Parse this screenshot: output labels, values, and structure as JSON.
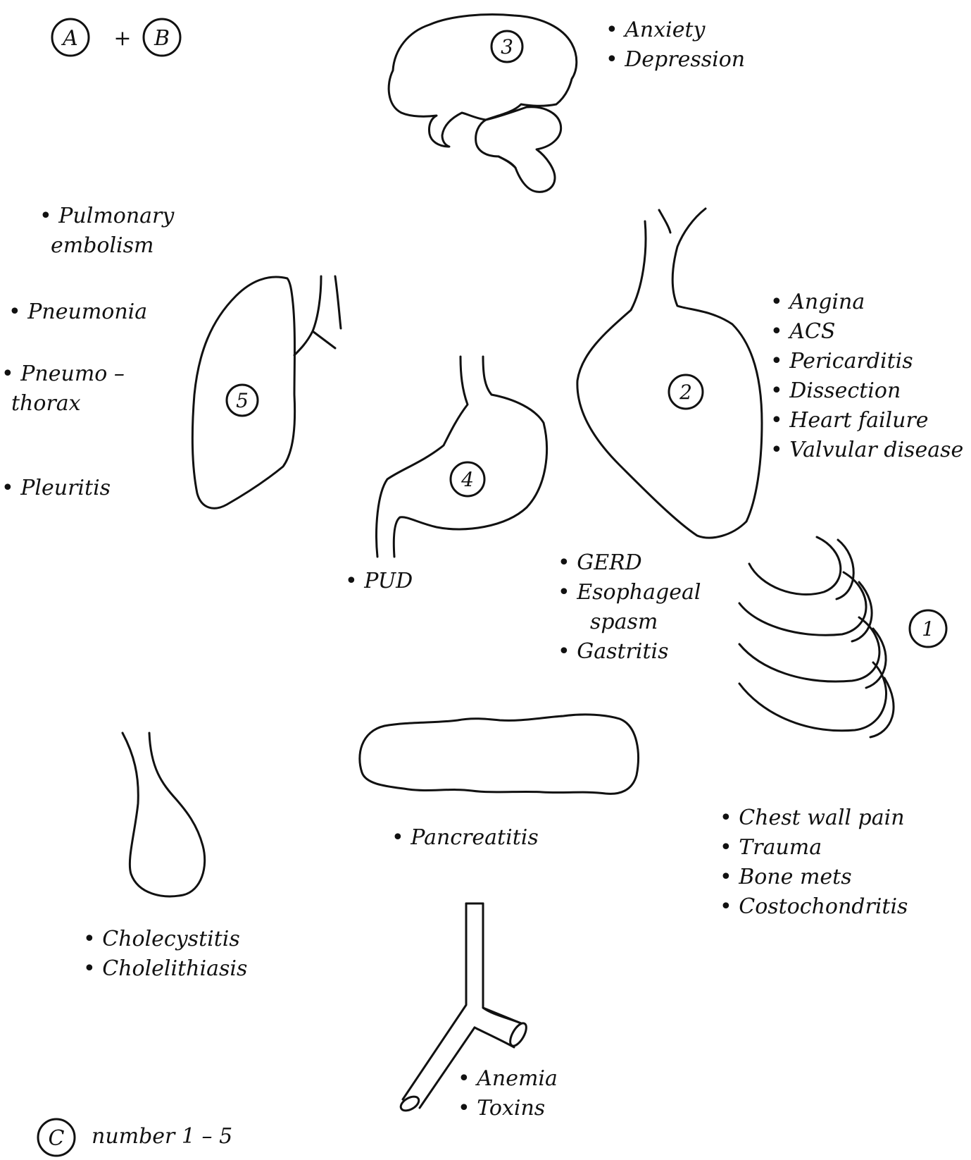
{
  "header": {
    "tag_a": "A",
    "plus": "+",
    "tag_b": "B"
  },
  "footer": {
    "tag_c": "C",
    "text": "number 1 – 5"
  },
  "organs": {
    "brain": {
      "number": "3",
      "items": [
        "Anxiety",
        "Depression"
      ]
    },
    "heart": {
      "number": "2",
      "items": [
        "Angina",
        "ACS",
        "Pericarditis",
        "Dissection",
        "Heart failure",
        "Valvular disease"
      ]
    },
    "lung": {
      "number": "5",
      "items": [
        "Pulmonary",
        "embolism",
        "Pneumonia",
        "Pneumo –",
        "thorax",
        "Pleuritis"
      ]
    },
    "stomach": {
      "number": "4",
      "items": [
        "PUD",
        "GERD",
        "Esophageal",
        "spasm",
        "Gastritis"
      ]
    },
    "ribs": {
      "number": "1",
      "items": [
        "Chest wall pain",
        "Trauma",
        "Bone mets",
        "Costochondritis"
      ]
    },
    "pancreas": {
      "items": [
        "Pancreatitis"
      ]
    },
    "gallbladder": {
      "items": [
        "Cholecystitis",
        "Cholelithiasis"
      ]
    },
    "vessel": {
      "items": [
        "Anemia",
        "Toxins"
      ]
    }
  }
}
